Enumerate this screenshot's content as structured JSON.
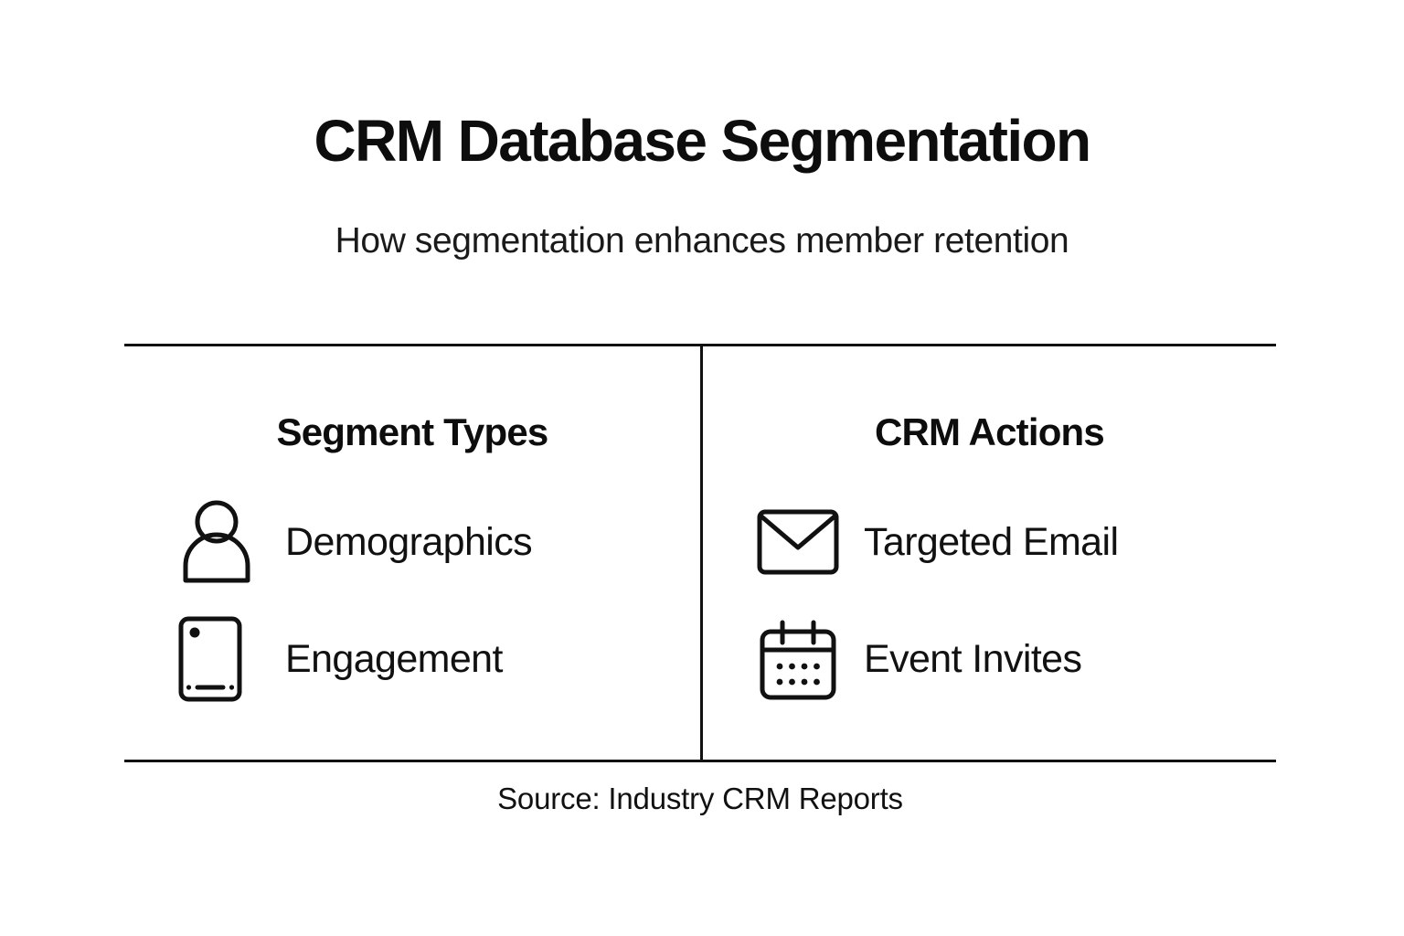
{
  "header": {
    "title": "CRM Database Segmentation",
    "subtitle": "How segmentation enhances member retention"
  },
  "columns": [
    {
      "id": "segment-types",
      "header": "Segment Types",
      "rows": [
        {
          "icon": "person-icon",
          "label": "Demographics"
        },
        {
          "icon": "tablet-icon",
          "label": "Engagement"
        }
      ]
    },
    {
      "id": "crm-actions",
      "header": "CRM Actions",
      "rows": [
        {
          "icon": "envelope-icon",
          "label": "Targeted Email"
        },
        {
          "icon": "calendar-icon",
          "label": "Event Invites"
        }
      ]
    }
  ],
  "footer": {
    "source": "Source: Industry CRM Reports"
  },
  "colors": {
    "background": "#ffffff",
    "ink": "#111111",
    "rule": "#111111"
  }
}
